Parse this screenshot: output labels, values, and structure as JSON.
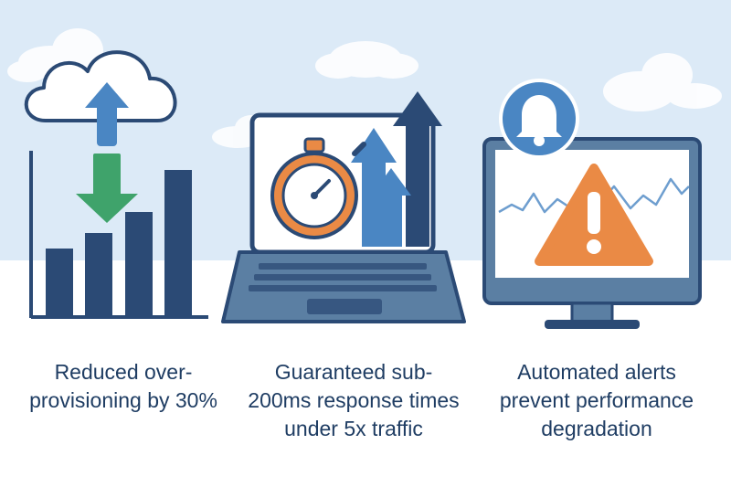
{
  "colors": {
    "sky": "#dceaf7",
    "navy": "#2b4a75",
    "blue": "#4a86c3",
    "green": "#3fa36b",
    "orange": "#ea8a45",
    "text": "#1f3d63"
  },
  "icons": [
    "cloud-icon",
    "upload-arrow-icon",
    "download-arrow-icon",
    "bar-chart-icon",
    "laptop-icon",
    "stopwatch-icon",
    "growth-arrow-icon",
    "bell-icon",
    "monitor-icon",
    "warning-icon"
  ],
  "panels": [
    {
      "caption_lines": [
        "Reduced over-",
        "provisioning by 30%"
      ]
    },
    {
      "caption_lines": [
        "Guaranteed sub-",
        "200ms response times",
        "under 5x traffic"
      ]
    },
    {
      "caption_lines": [
        "Automated alerts",
        "prevent performance",
        "degradation"
      ]
    }
  ]
}
